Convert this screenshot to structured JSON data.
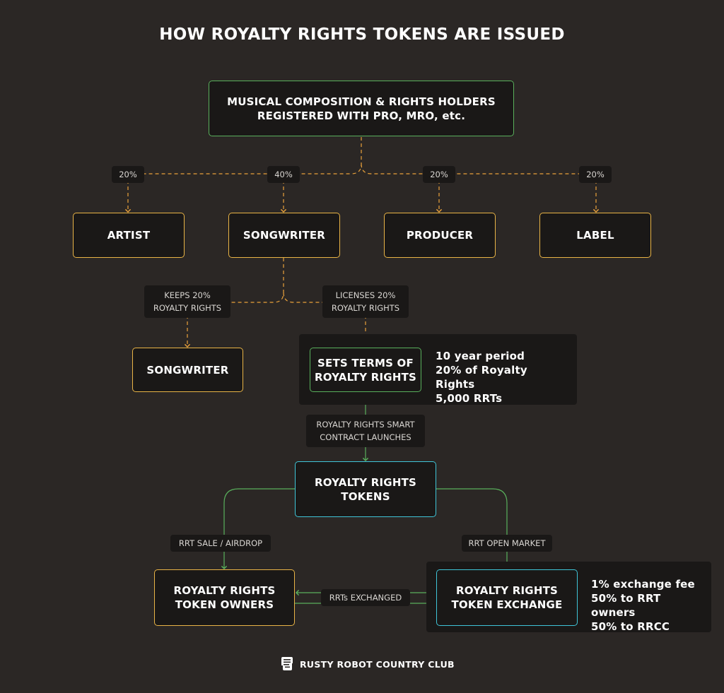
{
  "title": "HOW ROYALTY RIGHTS TOKENS ARE ISSUED",
  "colors": {
    "background": "#2b2725",
    "box_fill": "#1a1817",
    "green": "#59b05c",
    "orange": "#e9b446",
    "cyan": "#3fc5d8",
    "dashed_connector": "#e9a13b",
    "solid_connector": "#59b05c"
  },
  "nodes": {
    "composition": "MUSICAL COMPOSITION & RIGHTS HOLDERS\nREGISTERED WITH PRO, MRO, etc.",
    "artist": "ARTIST",
    "songwriter": "SONGWRITER",
    "producer": "PRODUCER",
    "label": "LABEL",
    "songwriter_keeps": "SONGWRITER",
    "sets_terms": "SETS TERMS OF\nROYALTY RIGHTS",
    "tokens": "ROYALTY RIGHTS\nTOKENS",
    "token_owners": "ROYALTY RIGHTS\nTOKEN OWNERS",
    "token_exchange": "ROYALTY RIGHTS\nTOKEN EXCHANGE"
  },
  "splits": {
    "artist": "20%",
    "songwriter": "40%",
    "producer": "20%",
    "label": "20%"
  },
  "chips": {
    "keeps": "KEEPS 20%\nROYALTY RIGHTS",
    "licenses": "LICENSES 20%\nROYALTY RIGHTS",
    "smart_contract": "ROYALTY RIGHTS SMART\nCONTRACT LAUNCHES",
    "sale_airdrop": "RRT SALE / AIRDROP",
    "open_market": "RRT OPEN MARKET",
    "exchanged": "RRTs EXCHANGED"
  },
  "terms_details": "10 year period\n20% of Royalty Rights\n5,000 RRTs",
  "exchange_details": "1% exchange fee\n50% to RRT owners\n50% to RRCC",
  "brand": {
    "name": "RUSTY ROBOT COUNTRY CLUB",
    "icon": "robot-head-icon"
  }
}
